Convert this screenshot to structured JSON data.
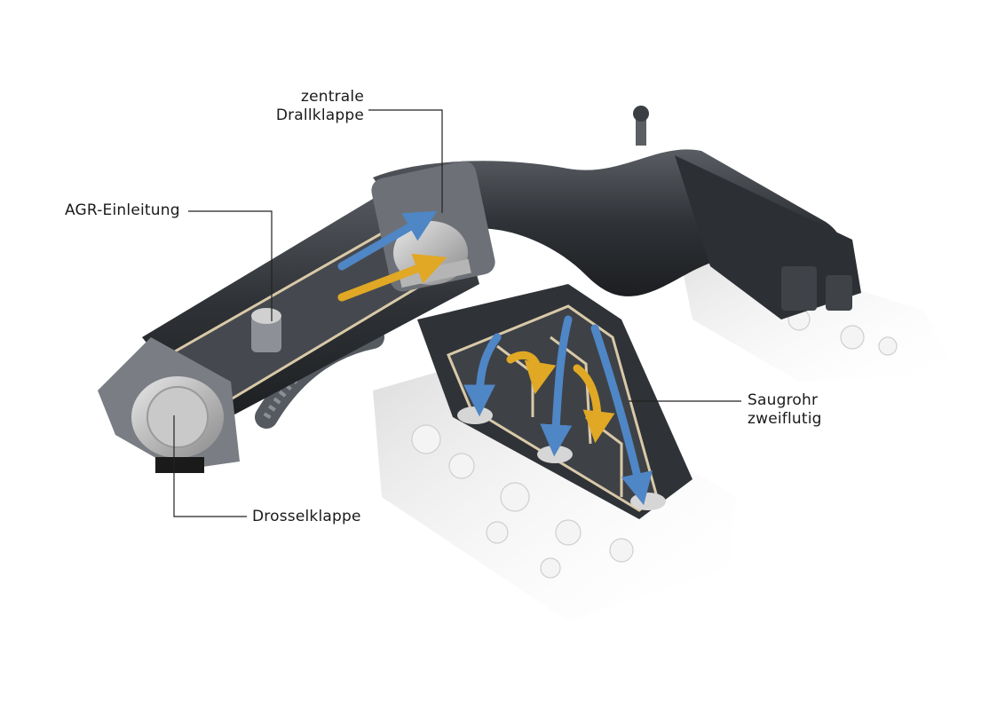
{
  "labels": {
    "drallklappe": [
      "zentrale",
      "Drallklappe"
    ],
    "agr": "AGR-Einleitung",
    "drossel": "Drosselklappe",
    "saugrohr": [
      "Saugrohr",
      "zweiflutig"
    ]
  },
  "colors": {
    "air_flow": "#4f86c6",
    "egr_flow": "#e0a824",
    "leader_line": "#222222",
    "housing": "#3a3d42",
    "engine_block": "#e6e6e6"
  }
}
